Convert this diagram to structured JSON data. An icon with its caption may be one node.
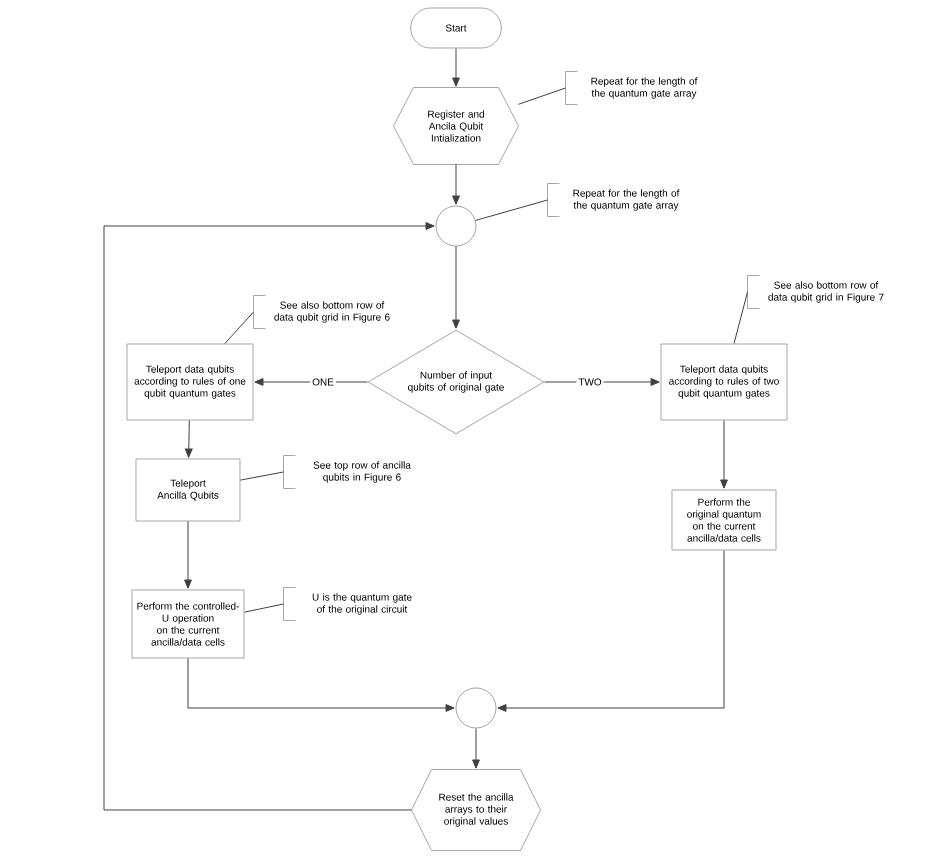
{
  "diagram": {
    "nodes": [
      {
        "text": [
          "Start"
        ]
      },
      {
        "text": [
          "Register and Ancila Qubit Intialization"
        ]
      },
      {
        "text": [],
        "shape": "circle"
      },
      {
        "text": [
          "Number of input qubits of original gate"
        ]
      },
      {
        "text": [
          "Teleport data qubits according to rules of one qubit quantum gates"
        ]
      },
      {
        "text": [
          "Teleport data qubits according to rules of two qubit quantum gates"
        ]
      },
      {
        "text": [
          "Teleport Ancilla Qubits"
        ]
      },
      {
        "text": [
          "Perform the original quantum on the current ancilla/data cells"
        ]
      },
      {
        "text": [
          "Perform the controlled-U operation on the current ancilla/data cells"
        ]
      },
      {
        "text": [],
        "shape": "circle"
      },
      {
        "text": [
          "Reset the ancilla arrays to their original values"
        ]
      },
      {
        "text": [
          "Repeat for the length of the quantum gate array"
        ]
      },
      {
        "text": [
          "Repeat for the length of the quantum gate array"
        ]
      },
      {
        "text": [
          "See also bottom row of data qubit grid in Figure 6"
        ]
      },
      {
        "text": [
          "See also bottom row of data qubit grid in Figure 7"
        ]
      },
      {
        "text": [
          "See top row of ancilla qubits in Figure 6"
        ]
      },
      {
        "text": [
          "U is the quantum gate of the original circuit"
        ]
      }
    ],
    "edges": [
      {
        "from": 0,
        "to": 1,
        "arrow": "to"
      },
      {
        "from": 1,
        "to": 2,
        "arrow": "to"
      },
      {
        "from": 2,
        "to": 3,
        "arrow": "to"
      },
      {
        "from": 3,
        "to": 4,
        "arrow": "to",
        "label": "ONE"
      },
      {
        "from": 3,
        "to": 5,
        "arrow": "to",
        "label": "TWO"
      },
      {
        "from": 4,
        "to": 6,
        "arrow": "to"
      },
      {
        "from": 6,
        "to": 8,
        "arrow": "to"
      },
      {
        "from": 5,
        "to": 7,
        "arrow": "to"
      },
      {
        "from": 8,
        "to": 9,
        "arrow": "to"
      },
      {
        "from": 7,
        "to": 9,
        "arrow": "to"
      },
      {
        "from": 9,
        "to": 10,
        "arrow": "to"
      },
      {
        "from": 10,
        "to": 2,
        "arrow": "to"
      },
      {
        "from": 11,
        "to": 1,
        "arrow": "none"
      },
      {
        "from": 12,
        "to": 2,
        "arrow": "none"
      },
      {
        "from": 13,
        "to": 4,
        "arrow": "none"
      },
      {
        "from": 14,
        "to": 5,
        "arrow": "none"
      },
      {
        "from": 15,
        "to": 6,
        "arrow": "none"
      },
      {
        "from": 16,
        "to": 8,
        "arrow": "none"
      }
    ]
  }
}
